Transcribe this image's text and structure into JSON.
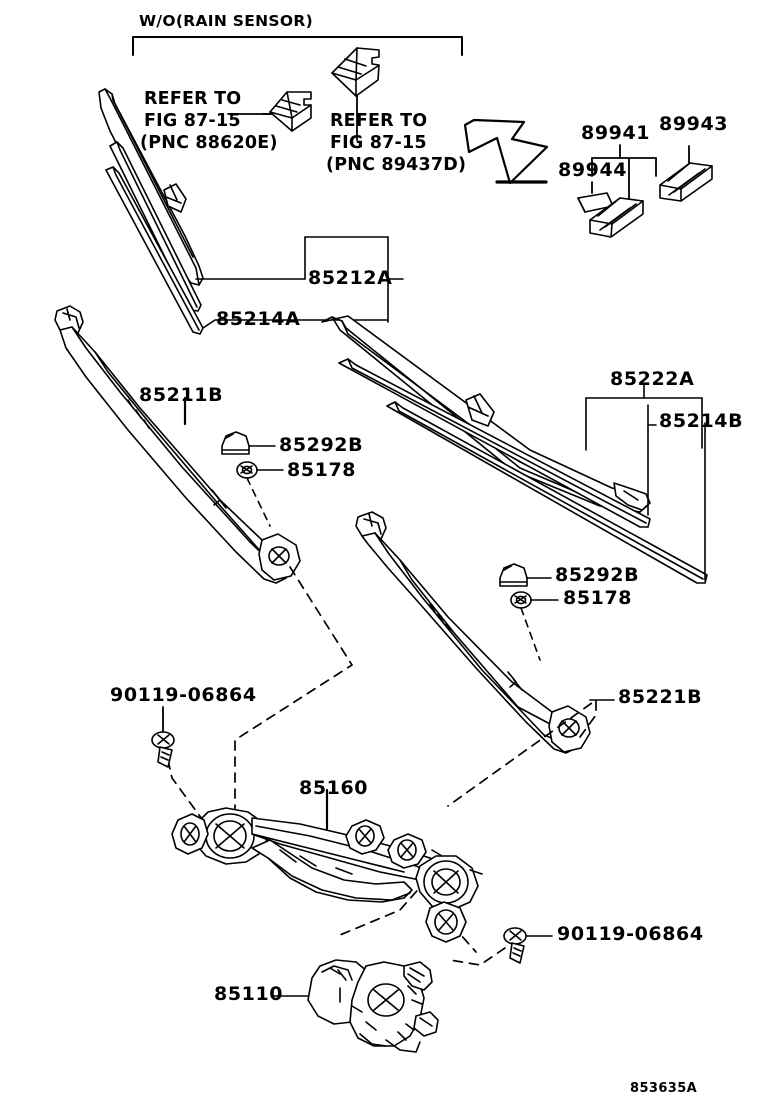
{
  "diagram": {
    "figure_code": "853635A",
    "group_bracket": {
      "label": "W/O(RAIN SENSOR)"
    },
    "refer_notes": [
      {
        "id": "refer-88620e",
        "line1": "REFER TO",
        "line2": "FIG 87-15",
        "line3": "(PNC 88620E)"
      },
      {
        "id": "refer-89437d",
        "line1": "REFER TO",
        "line2": "FIG 87-15",
        "line3": "(PNC 89437D)"
      }
    ],
    "part_labels": [
      {
        "id": "label-89941",
        "text": "89941"
      },
      {
        "id": "label-89943",
        "text": "89943"
      },
      {
        "id": "label-89944",
        "text": "89944"
      },
      {
        "id": "label-85212a",
        "text": "85212A"
      },
      {
        "id": "label-85214a",
        "text": "85214A"
      },
      {
        "id": "label-85222a",
        "text": "85222A"
      },
      {
        "id": "label-85214b",
        "text": "85214B"
      },
      {
        "id": "label-85211b",
        "text": "85211B"
      },
      {
        "id": "label-85292b-left",
        "text": "85292B"
      },
      {
        "id": "label-85178-left",
        "text": "85178"
      },
      {
        "id": "label-85292b-right",
        "text": "85292B"
      },
      {
        "id": "label-85178-right",
        "text": "85178"
      },
      {
        "id": "label-85221b",
        "text": "85221B"
      },
      {
        "id": "label-90119-06864-upper",
        "text": "90119-06864"
      },
      {
        "id": "label-85160",
        "text": "85160"
      },
      {
        "id": "label-90119-06864-lower",
        "text": "90119-06864"
      },
      {
        "id": "label-85110",
        "text": "85110"
      }
    ],
    "components": [
      {
        "id": "wiper-blade-left-assembly",
        "name": "front wiper blade assembly LH"
      },
      {
        "id": "wiper-rubber-left",
        "name": "front wiper blade rubber LH"
      },
      {
        "id": "wiper-arm-left",
        "name": "front wiper arm LH"
      },
      {
        "id": "wiper-blade-right-assembly",
        "name": "front wiper blade assembly RH"
      },
      {
        "id": "wiper-rubber-right",
        "name": "front wiper blade rubber RH"
      },
      {
        "id": "wiper-arm-right",
        "name": "front wiper arm RH"
      },
      {
        "id": "wiper-link-assembly",
        "name": "windshield wiper link assembly"
      },
      {
        "id": "wiper-motor",
        "name": "windshield wiper motor assembly"
      },
      {
        "id": "cap-left",
        "name": "wiper arm cap LH"
      },
      {
        "id": "nut-left",
        "name": "wiper arm nut LH"
      },
      {
        "id": "cap-right",
        "name": "wiper arm cap RH"
      },
      {
        "id": "nut-right",
        "name": "wiper arm nut RH"
      },
      {
        "id": "bolt-upper",
        "name": "link mounting bolt"
      },
      {
        "id": "bolt-lower",
        "name": "link mounting bolt"
      },
      {
        "id": "connector-88620e",
        "name": "rain sensor connector"
      },
      {
        "id": "connector-89437d",
        "name": "wiper control connector"
      },
      {
        "id": "nozzle-89941",
        "name": "washer nozzle 89941"
      },
      {
        "id": "nozzle-89943",
        "name": "washer nozzle 89943"
      },
      {
        "id": "clip-89944",
        "name": "washer nozzle clip 89944"
      }
    ],
    "colors": {
      "stroke": "#000000",
      "background": "#ffffff"
    }
  }
}
